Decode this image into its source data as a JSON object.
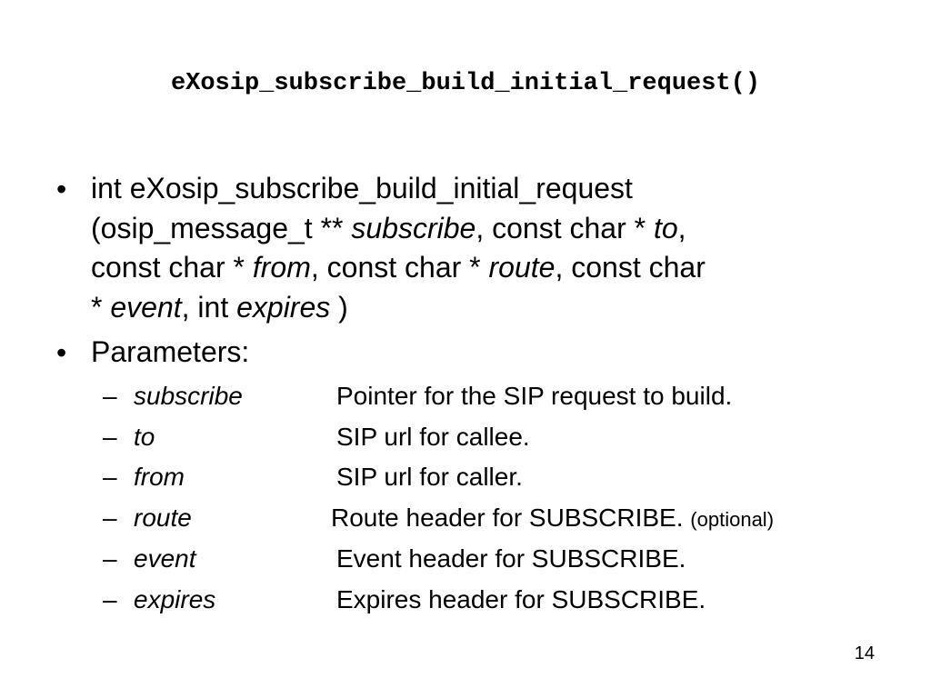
{
  "slide": {
    "title": "eXosip_subscribe_build_initial_request()",
    "bullet_glyph": "•",
    "dash_glyph": "–",
    "signature": {
      "line1": "int eXosip_subscribe_build_initial_request",
      "line2_a": "(osip_message_t ** ",
      "line2_subscribe": "subscribe",
      "line2_b": ", const char * ",
      "line2_to": "to",
      "line2_c": ",",
      "line3_a": "const char * ",
      "line3_from": "from",
      "line3_b": ", const char * ",
      "line3_route": "route",
      "line3_c": ", const char",
      "line4_a": "* ",
      "line4_event": "event",
      "line4_b": ", int ",
      "line4_expires": "expires",
      "line4_c": " )"
    },
    "parameters_heading": "Parameters:",
    "parameters": [
      {
        "name": "subscribe",
        "description": "Pointer for the SIP request to build.",
        "note": ""
      },
      {
        "name": "to",
        "description": "SIP url for callee.",
        "note": ""
      },
      {
        "name": "from",
        "description": "SIP url for caller.",
        "note": ""
      },
      {
        "name": "route",
        "description": "Route header for SUBSCRIBE. ",
        "note": "(optional)"
      },
      {
        "name": "event",
        "description": "Event header for SUBSCRIBE.",
        "note": ""
      },
      {
        "name": "expires",
        "description": "Expires header for SUBSCRIBE.",
        "note": ""
      }
    ],
    "page_number": "14"
  }
}
